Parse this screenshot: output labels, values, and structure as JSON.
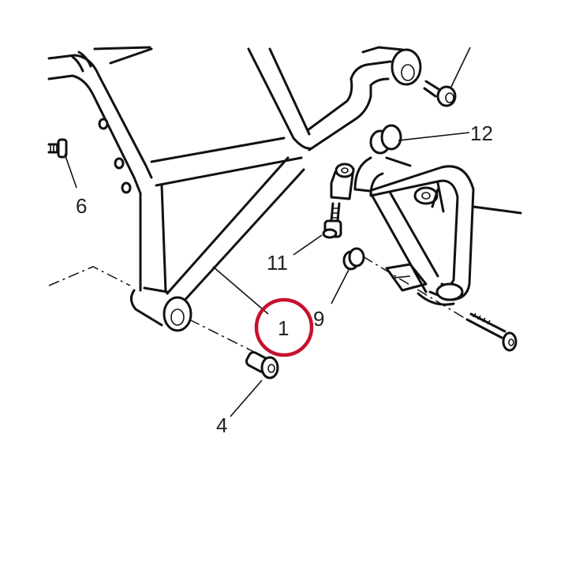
{
  "diagram": {
    "callouts": [
      {
        "id": "c1",
        "text": "1"
      },
      {
        "id": "c4",
        "text": "4"
      },
      {
        "id": "c6",
        "text": "6"
      },
      {
        "id": "c9",
        "text": "9"
      },
      {
        "id": "c11",
        "text": "11"
      },
      {
        "id": "c12",
        "text": "12"
      }
    ],
    "highlight": {
      "target": "1",
      "color": "#c8102e"
    }
  }
}
